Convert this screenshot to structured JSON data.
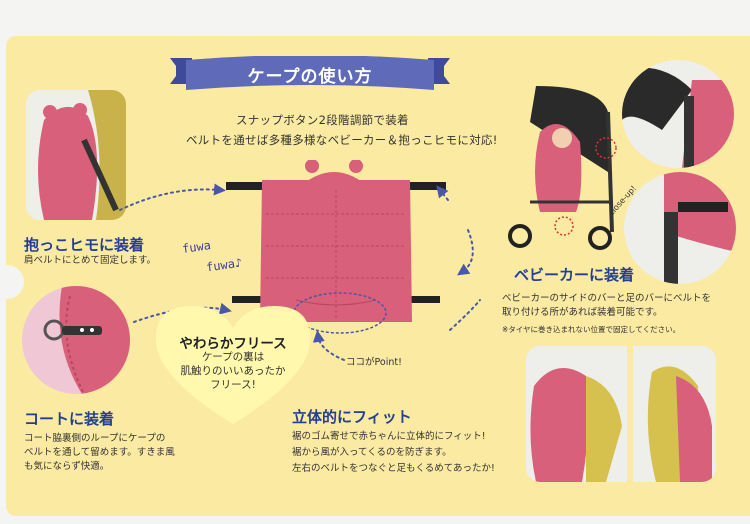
{
  "title": "ケープの使い方",
  "subtitle": {
    "line1": "スナップボタン2段階調節で装着",
    "line2": "ベルトを通せば多種多様なベビーカー＆抱っこヒモに対応!"
  },
  "sections": {
    "dakko": {
      "heading": "抱っこヒモに装着",
      "desc": "肩ベルトにとめて固定します。"
    },
    "coat": {
      "heading": "コートに装着",
      "lines": [
        "コート脇裏側のループにケープの",
        "ベルトを通して留めます。すきま風",
        "も気にならず快適。"
      ]
    },
    "stroller": {
      "heading": "ベビーカーに装着",
      "lines": [
        "ベビーカーのサイドのバーと足のバーにベルトを",
        "取り付ける所があれば装着可能です。"
      ],
      "note": "※タイヤに巻き込まれない位置で固定してください。"
    },
    "fit": {
      "heading": "立体的にフィット",
      "lines": [
        "裾のゴム寄せで赤ちゃんに立体的にフィット!",
        "裾から風が入ってくるのを防ぎます。",
        "左右のベルトをつなぐと足もくるめてあったか!"
      ]
    }
  },
  "fleece": {
    "title": "やわらかフリース",
    "lines": [
      "ケープの裏は",
      "肌触りのいいあったか",
      "フリース!"
    ]
  },
  "fuwa": [
    "fuwa",
    "fuwa♪"
  ],
  "point_label": "ココがPoint!",
  "closeup_label": "close-up!",
  "colors": {
    "background": "#fbeaa2",
    "heading": "#233f93",
    "ribbon": "#5f6bb8",
    "cape_pink": "#d9607a",
    "heart": "#fff8ad"
  }
}
